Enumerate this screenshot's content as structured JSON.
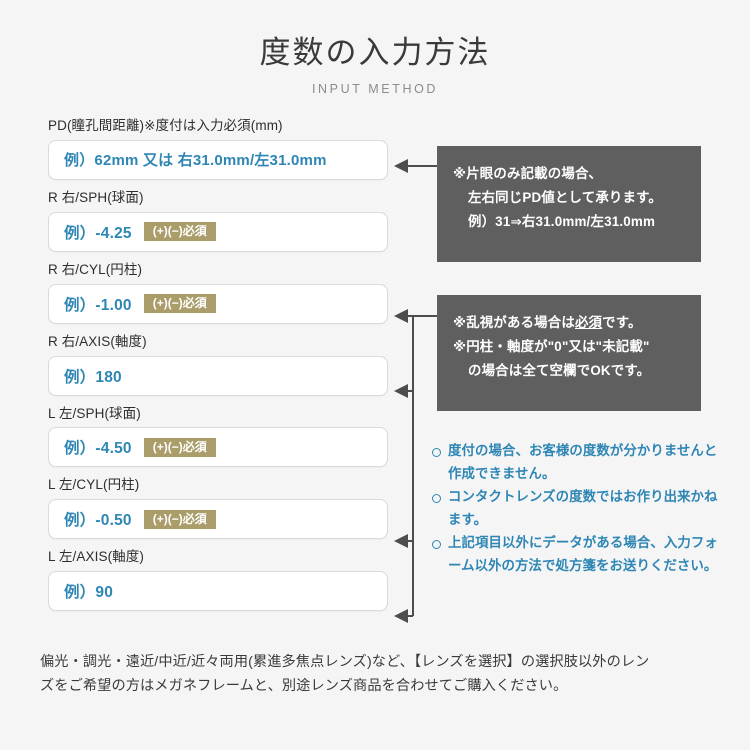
{
  "header": {
    "title": "度数の入力方法",
    "subtitle": "INPUT METHOD"
  },
  "colors": {
    "background": "#f5f5f5",
    "example_blue": "#2e86b5",
    "badge_khaki": "#ab9d6a",
    "note_gray": "#5f5f5f",
    "field_border": "#dadada",
    "connector": "#4d4d4d"
  },
  "form": {
    "fields": [
      {
        "label": "PD(瞳孔間距離)※度付は入力必須(mm)",
        "value": "例）62mm 又は 右31.0mm/左31.0mm",
        "badge": null,
        "name": "pd"
      },
      {
        "label": "R 右/SPH(球面)",
        "value": "例）-4.25",
        "badge": "(+)(−)必須",
        "name": "r-sph"
      },
      {
        "label": "R 右/CYL(円柱)",
        "value": "例）-1.00",
        "badge": "(+)(−)必須",
        "name": "r-cyl"
      },
      {
        "label": "R 右/AXIS(軸度)",
        "value": "例）180",
        "badge": null,
        "name": "r-axis"
      },
      {
        "label": "L 左/SPH(球面)",
        "value": "例）-4.50",
        "badge": "(+)(−)必須",
        "name": "l-sph"
      },
      {
        "label": "L 左/CYL(円柱)",
        "value": "例）-0.50",
        "badge": "(+)(−)必須",
        "name": "l-cyl"
      },
      {
        "label": "L 左/AXIS(軸度)",
        "value": "例）90",
        "badge": null,
        "name": "l-axis"
      }
    ]
  },
  "notes": {
    "pd": {
      "line1": "※片眼のみ記載の場合、",
      "line2": "左右同じPD値として承ります。",
      "line3": "例）31⇒右31.0mm/左31.0mm"
    },
    "cyl": {
      "line1_prefix": "※乱視がある場合は",
      "line1_underline": "必須",
      "line1_suffix": "です。",
      "line2": "※円柱・軸度が\"0\"又は\"未記載\"",
      "line3": "の場合は全て空欄でOKです。"
    }
  },
  "bullets": [
    "度付の場合、お客様の度数が分かりませんと作成できません。",
    "コンタクトレンズの度数ではお作り出来かねます。",
    "上記項目以外にデータがある場合、入力フォーム以外の方法で処方箋をお送りください。"
  ],
  "footer": {
    "line1": "偏光・調光・遠近/中近/近々両用(累進多焦点レンズ)など、【レンズを選択】の選択肢以外のレン",
    "line2": "ズをご希望の方はメガネフレームと、別途レンズ商品を合わせてご購入ください。"
  }
}
